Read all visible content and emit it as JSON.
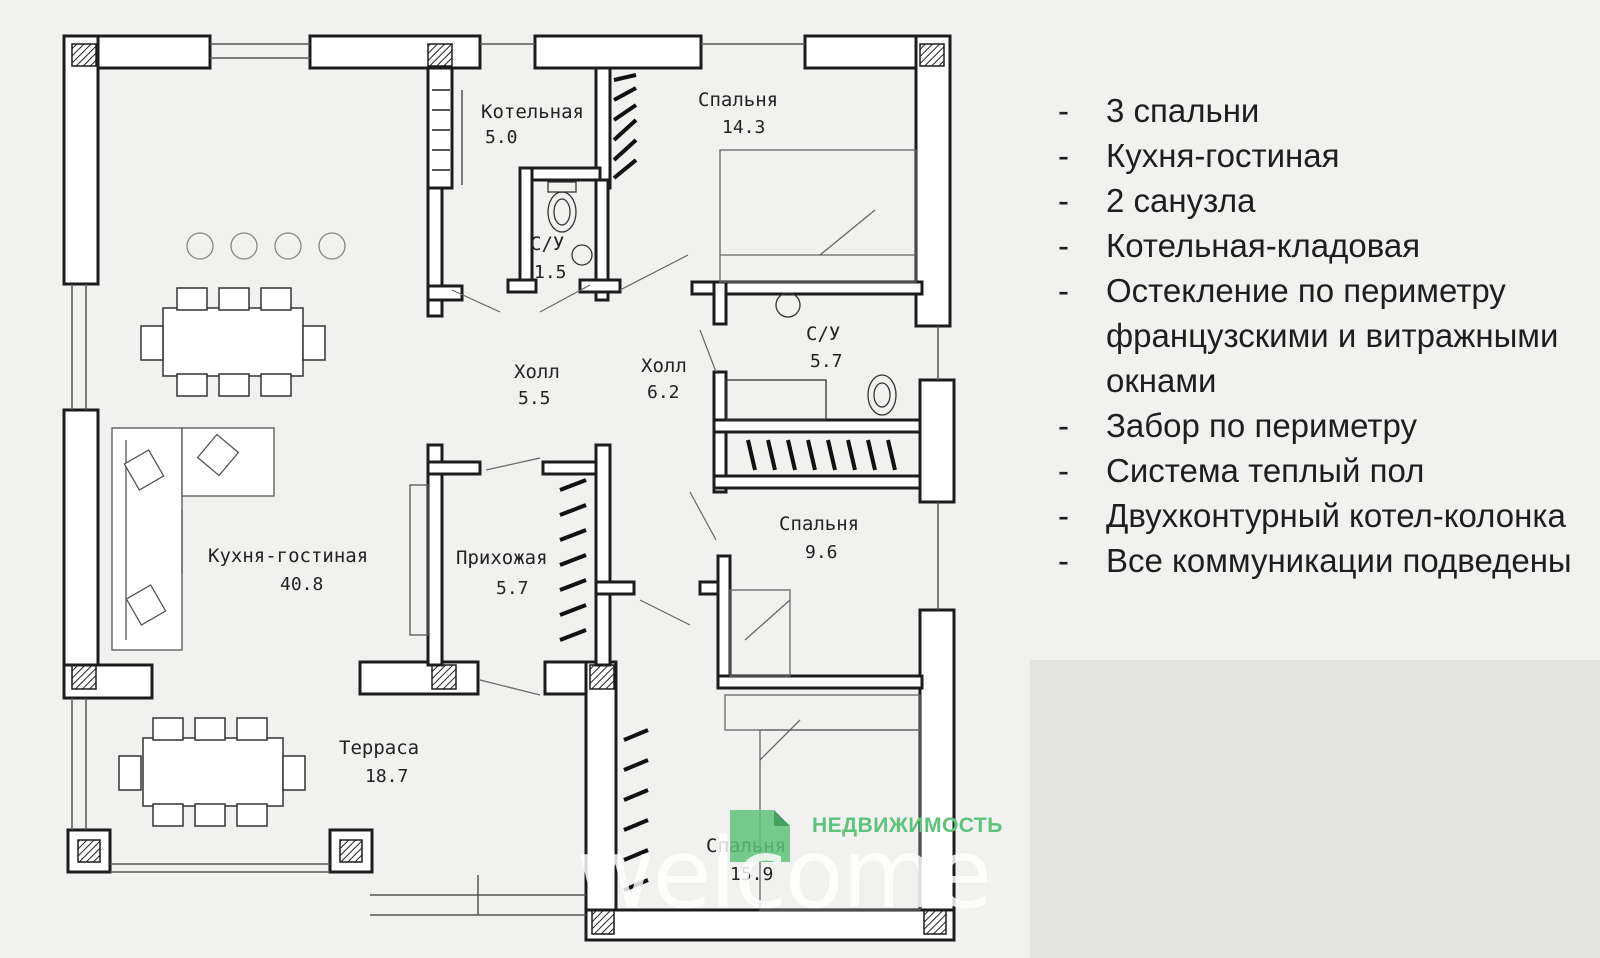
{
  "rooms": [
    {
      "name": "Котельная",
      "area": "5.0"
    },
    {
      "name": "Спальня",
      "area": "14.3"
    },
    {
      "name": "С/У",
      "area": "1.5"
    },
    {
      "name": "С/У",
      "area": "5.7"
    },
    {
      "name": "Холл",
      "area": "5.5"
    },
    {
      "name": "Холл",
      "area": "6.2"
    },
    {
      "name": "Спальня",
      "area": "9.6"
    },
    {
      "name": "Кухня-гостиная",
      "area": "40.8"
    },
    {
      "name": "Прихожая",
      "area": "5.7"
    },
    {
      "name": "Терраса",
      "area": "18.7"
    },
    {
      "name": "Спальня",
      "area": "15.9"
    }
  ],
  "features": [
    {
      "dash": "-",
      "text": "3 спальни"
    },
    {
      "dash": "-",
      "text": "Кухня-гостиная"
    },
    {
      "dash": "-",
      "text": "2 санузла"
    },
    {
      "dash": "-",
      "text": "Котельная-кладовая"
    },
    {
      "dash": "-",
      "text": "Остекление по периметру французскими и витражными окнами"
    },
    {
      "dash": "-",
      "text": "Забор по периметру"
    },
    {
      "dash": "-",
      "text": "Система теплый пол"
    },
    {
      "dash": "-",
      "text": "Двухконтурный котел-колонка"
    },
    {
      "dash": "-",
      "text": "Все коммуникации подведены"
    }
  ],
  "watermark": {
    "brand": "НЕДВИЖИМОСТЬ",
    "word": "welcome"
  },
  "colors": {
    "wall": "#1c1c1c",
    "line": "#333333",
    "brand": "#5dc37a",
    "background": "#f1f1ef"
  }
}
